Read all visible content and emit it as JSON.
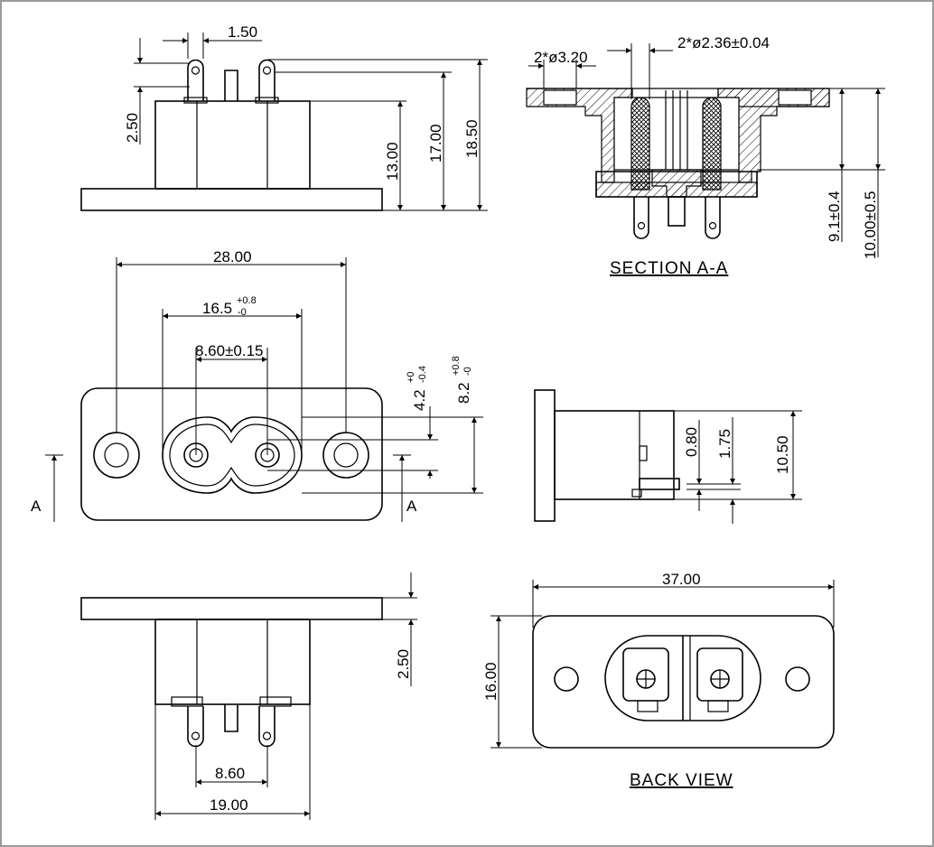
{
  "views": {
    "section_title": "SECTION A-A",
    "back_title": "BACK VIEW",
    "section_marker": "A"
  },
  "dims": {
    "top_pin_width": "1.50",
    "top_pin_drop": "2.50",
    "top_body_height": "13.00",
    "top_height_mid": "17.00",
    "top_height_total": "18.50",
    "section_holes": "2*ø3.20",
    "section_pins": "2*ø2.36±0.04",
    "section_depth1": "9.1±0.4",
    "section_depth2": "10.00±0.5",
    "front_width_total": "28.00",
    "front_opening_base": "16.5",
    "front_opening_tol_up": "+0.8",
    "front_opening_tol_dn": "-0",
    "front_pin_pitch": "8.60±0.15",
    "front_h1_base": "4.2",
    "front_h1_tol_up": "+0",
    "front_h1_tol_dn": "-0.4",
    "front_h2_base": "8.2",
    "front_h2_tol_up": "+0.8",
    "front_h2_tol_dn": "-0",
    "side_gap": "0.80",
    "side_step": "1.75",
    "side_height": "10.50",
    "bottom_flange": "2.50",
    "bottom_pitch": "8.60",
    "bottom_width": "19.00",
    "back_width": "37.00",
    "back_height": "16.00"
  }
}
